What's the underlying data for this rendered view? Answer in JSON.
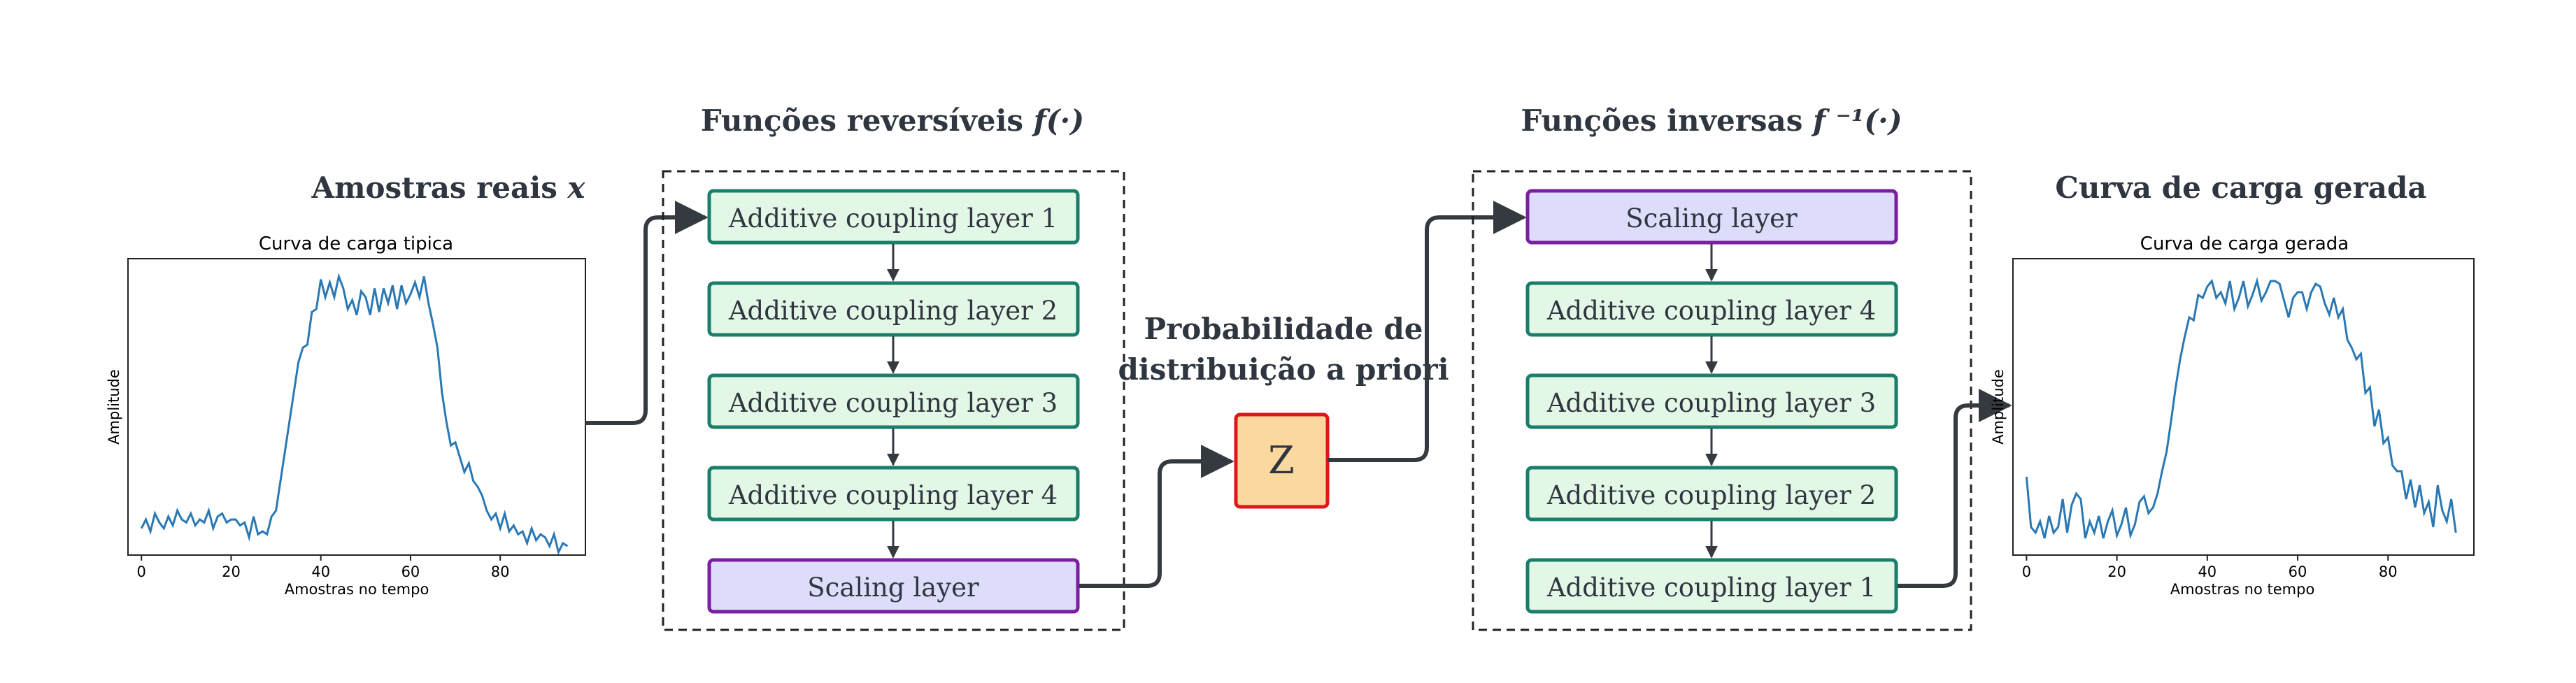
{
  "colors": {
    "text_dark": "#2f3640",
    "arrow": "#343a40",
    "additive_fill": "#e3f7e6",
    "additive_stroke": "#1a7f6a",
    "scaling_fill": "#ddddfb",
    "scaling_stroke": "#7b1fa2",
    "z_fill": "#fbd89e",
    "z_stroke": "#e0161b",
    "plot_line": "#2a78b4"
  },
  "left_panel": {
    "title_main": "Amostras reais ",
    "title_var": "x",
    "chart_data": {
      "type": "line",
      "title": "Curva de carga tipica",
      "xlabel": "Amostras no tempo",
      "ylabel": "Amplitude",
      "xticks": [
        "0",
        "20",
        "40",
        "60",
        "80"
      ],
      "xlim": [
        -3,
        99
      ],
      "ylim": [
        0.05,
        1.05
      ],
      "series": [
        {
          "values": [
            0.14,
            0.17,
            0.13,
            0.19,
            0.16,
            0.14,
            0.18,
            0.15,
            0.2,
            0.17,
            0.16,
            0.19,
            0.15,
            0.17,
            0.16,
            0.2,
            0.14,
            0.18,
            0.19,
            0.16,
            0.17,
            0.17,
            0.15,
            0.16,
            0.11,
            0.18,
            0.12,
            0.13,
            0.12,
            0.18,
            0.2,
            0.3,
            0.4,
            0.5,
            0.6,
            0.7,
            0.75,
            0.76,
            0.87,
            0.88,
            0.98,
            0.92,
            0.97,
            0.92,
            0.99,
            0.95,
            0.88,
            0.91,
            0.86,
            0.94,
            0.92,
            0.86,
            0.95,
            0.87,
            0.95,
            0.9,
            0.96,
            0.88,
            0.96,
            0.9,
            0.93,
            0.97,
            0.92,
            0.99,
            0.9,
            0.83,
            0.75,
            0.6,
            0.5,
            0.42,
            0.43,
            0.38,
            0.33,
            0.36,
            0.3,
            0.28,
            0.25,
            0.2,
            0.17,
            0.19,
            0.14,
            0.19,
            0.13,
            0.15,
            0.12,
            0.13,
            0.09,
            0.14,
            0.1,
            0.12,
            0.11,
            0.08,
            0.12,
            0.06,
            0.09,
            0.08
          ]
        }
      ]
    }
  },
  "left_group": {
    "title_main": "Funções reversíveis ",
    "title_func": "f(·)",
    "layers": [
      "Additive coupling layer 1",
      "Additive coupling layer 2",
      "Additive coupling layer 3",
      "Additive coupling layer 4",
      "Scaling layer"
    ]
  },
  "middle": {
    "title_line1": "Probabilidade de",
    "title_line2": "distribuição a priori",
    "z_label": "Z"
  },
  "right_group": {
    "title_main": "Funções inversas ",
    "title_func": "f ⁻¹(·)",
    "layers": [
      "Scaling layer",
      "Additive coupling layer 4",
      "Additive coupling layer 3",
      "Additive coupling layer 2",
      "Additive coupling layer 1"
    ]
  },
  "right_panel": {
    "title_main": "Curva de carga gerada",
    "chart_data": {
      "type": "line",
      "title": "Curva de carga gerada",
      "xlabel": "Amostras no tempo",
      "ylabel": "Amplitude",
      "xticks": [
        "0",
        "20",
        "40",
        "60",
        "80"
      ],
      "xlim": [
        -3,
        99
      ],
      "ylim": [
        0.0,
        1.06
      ],
      "series": [
        {
          "values": [
            0.28,
            0.1,
            0.08,
            0.12,
            0.06,
            0.14,
            0.08,
            0.1,
            0.2,
            0.08,
            0.18,
            0.22,
            0.2,
            0.06,
            0.12,
            0.08,
            0.14,
            0.06,
            0.12,
            0.16,
            0.07,
            0.11,
            0.17,
            0.07,
            0.11,
            0.19,
            0.21,
            0.15,
            0.17,
            0.22,
            0.3,
            0.37,
            0.48,
            0.6,
            0.7,
            0.78,
            0.85,
            0.84,
            0.93,
            0.92,
            0.96,
            0.98,
            0.92,
            0.94,
            0.9,
            0.98,
            0.88,
            0.92,
            0.98,
            0.89,
            0.93,
            0.98,
            0.91,
            0.94,
            0.98,
            0.98,
            0.97,
            0.91,
            0.85,
            0.92,
            0.94,
            0.94,
            0.88,
            0.94,
            0.97,
            0.96,
            0.9,
            0.86,
            0.92,
            0.85,
            0.88,
            0.77,
            0.74,
            0.7,
            0.72,
            0.58,
            0.6,
            0.46,
            0.52,
            0.4,
            0.42,
            0.32,
            0.3,
            0.3,
            0.2,
            0.27,
            0.17,
            0.25,
            0.15,
            0.19,
            0.1,
            0.25,
            0.16,
            0.12,
            0.2,
            0.08
          ]
        }
      ]
    }
  }
}
